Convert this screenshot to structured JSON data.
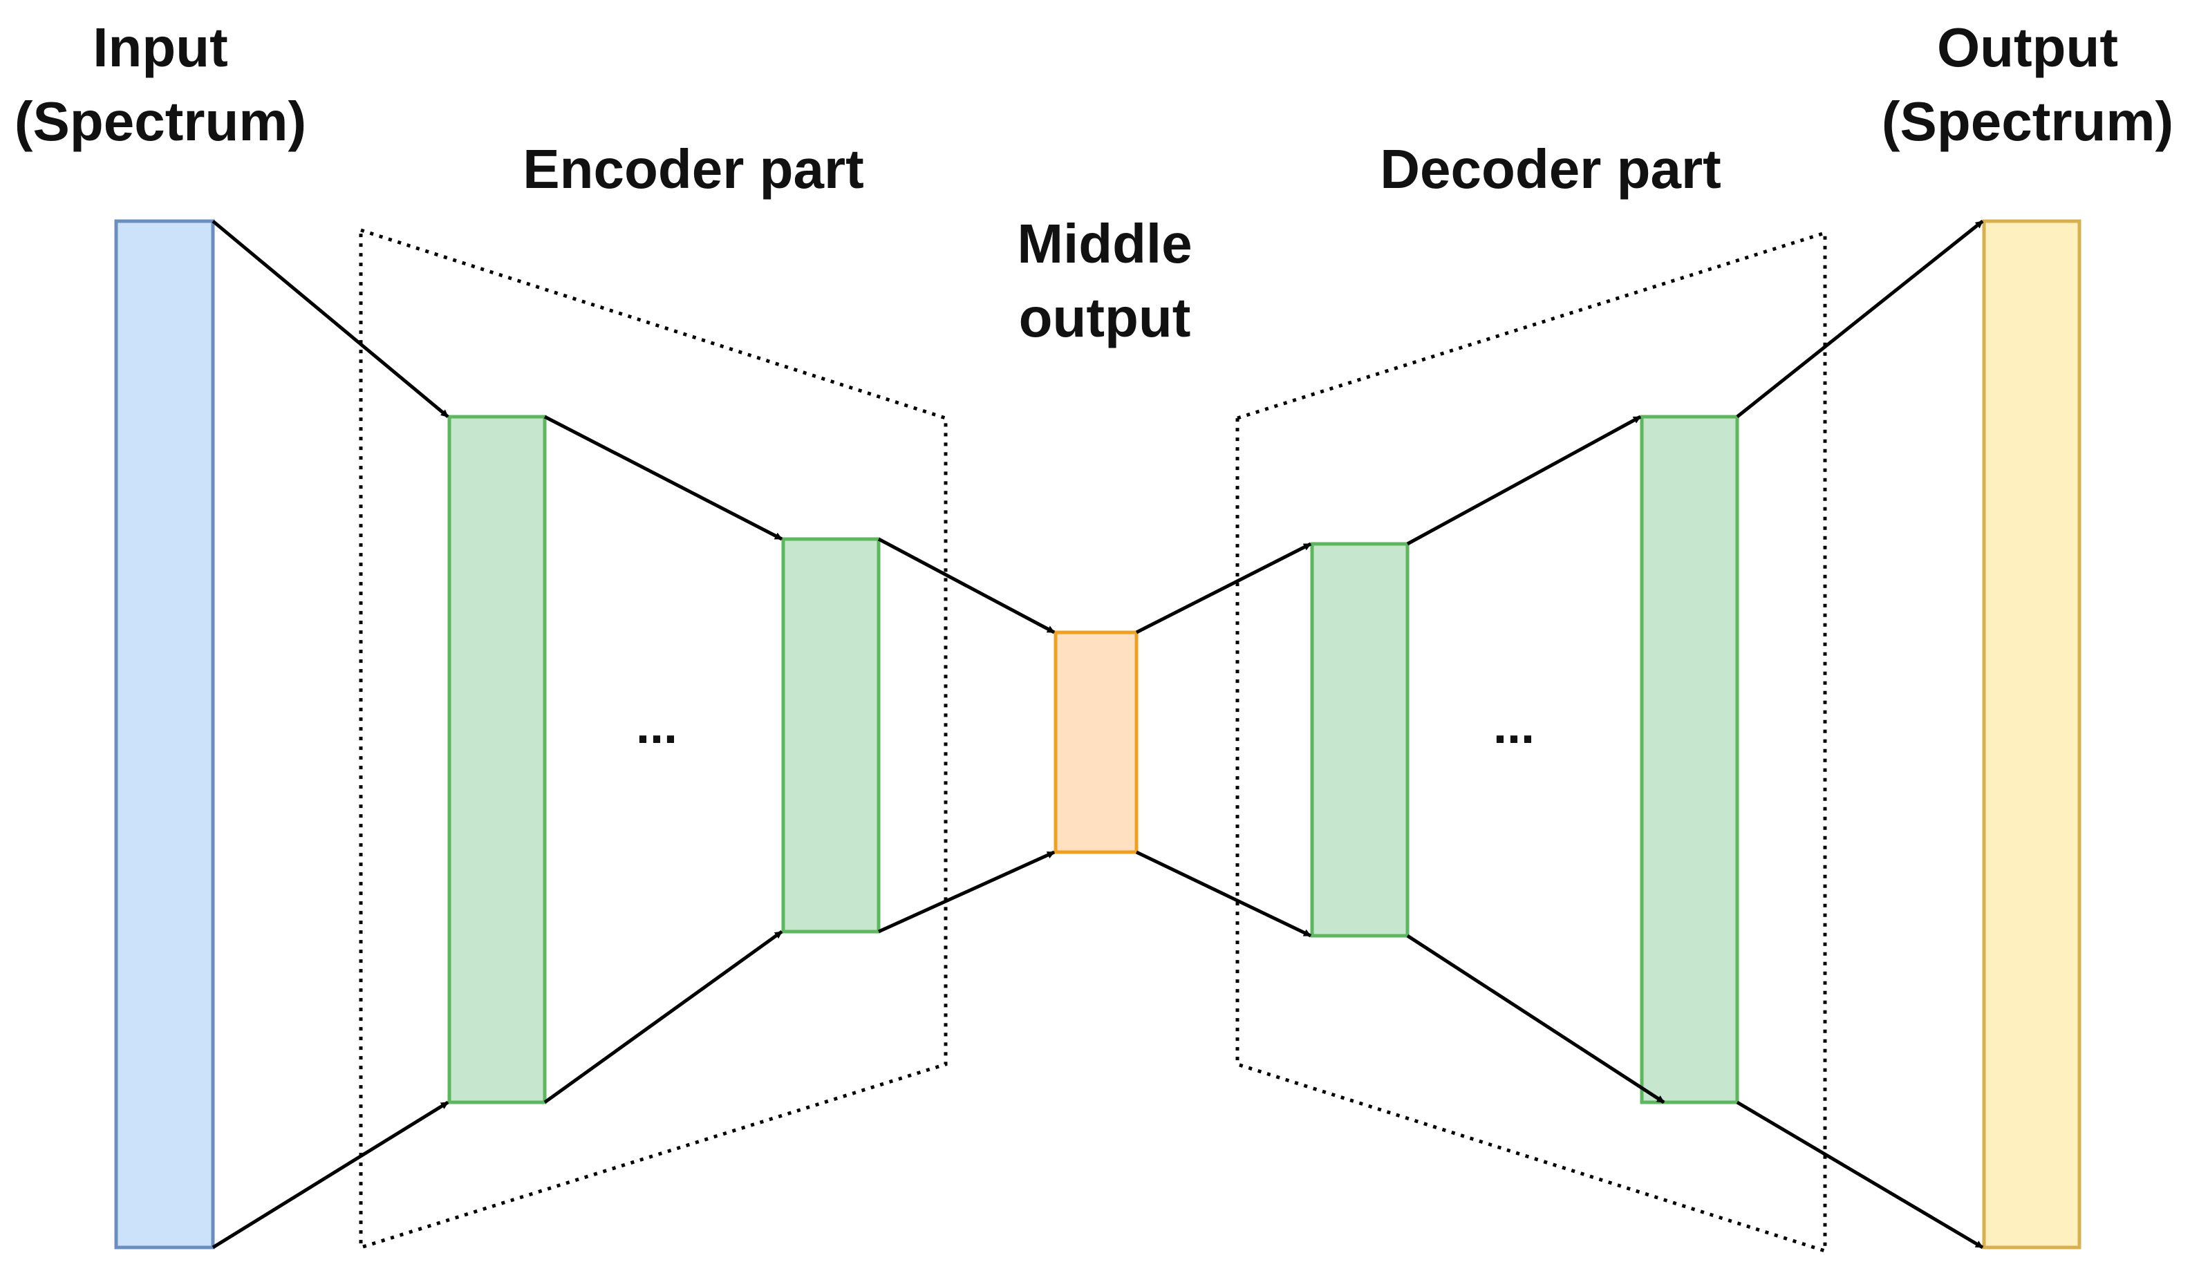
{
  "labels": {
    "input_line1": "Input",
    "input_line2": "(Spectrum)",
    "encoder": "Encoder part",
    "middle_line1": "Middle",
    "middle_line2": "output",
    "decoder": "Decoder part",
    "output_line1": "Output",
    "output_line2": "(Spectrum)",
    "encoder_ellipsis": "...",
    "decoder_ellipsis": "..."
  },
  "colors": {
    "input_fill": "#cce2fa",
    "input_stroke": "#6c8ebf",
    "layer_fill": "#c6e7ce",
    "layer_stroke": "#5db75e",
    "middle_fill": "#ffe0c0",
    "middle_stroke": "#f0a020",
    "output_fill": "#fff0c0",
    "output_stroke": "#d8b050"
  }
}
